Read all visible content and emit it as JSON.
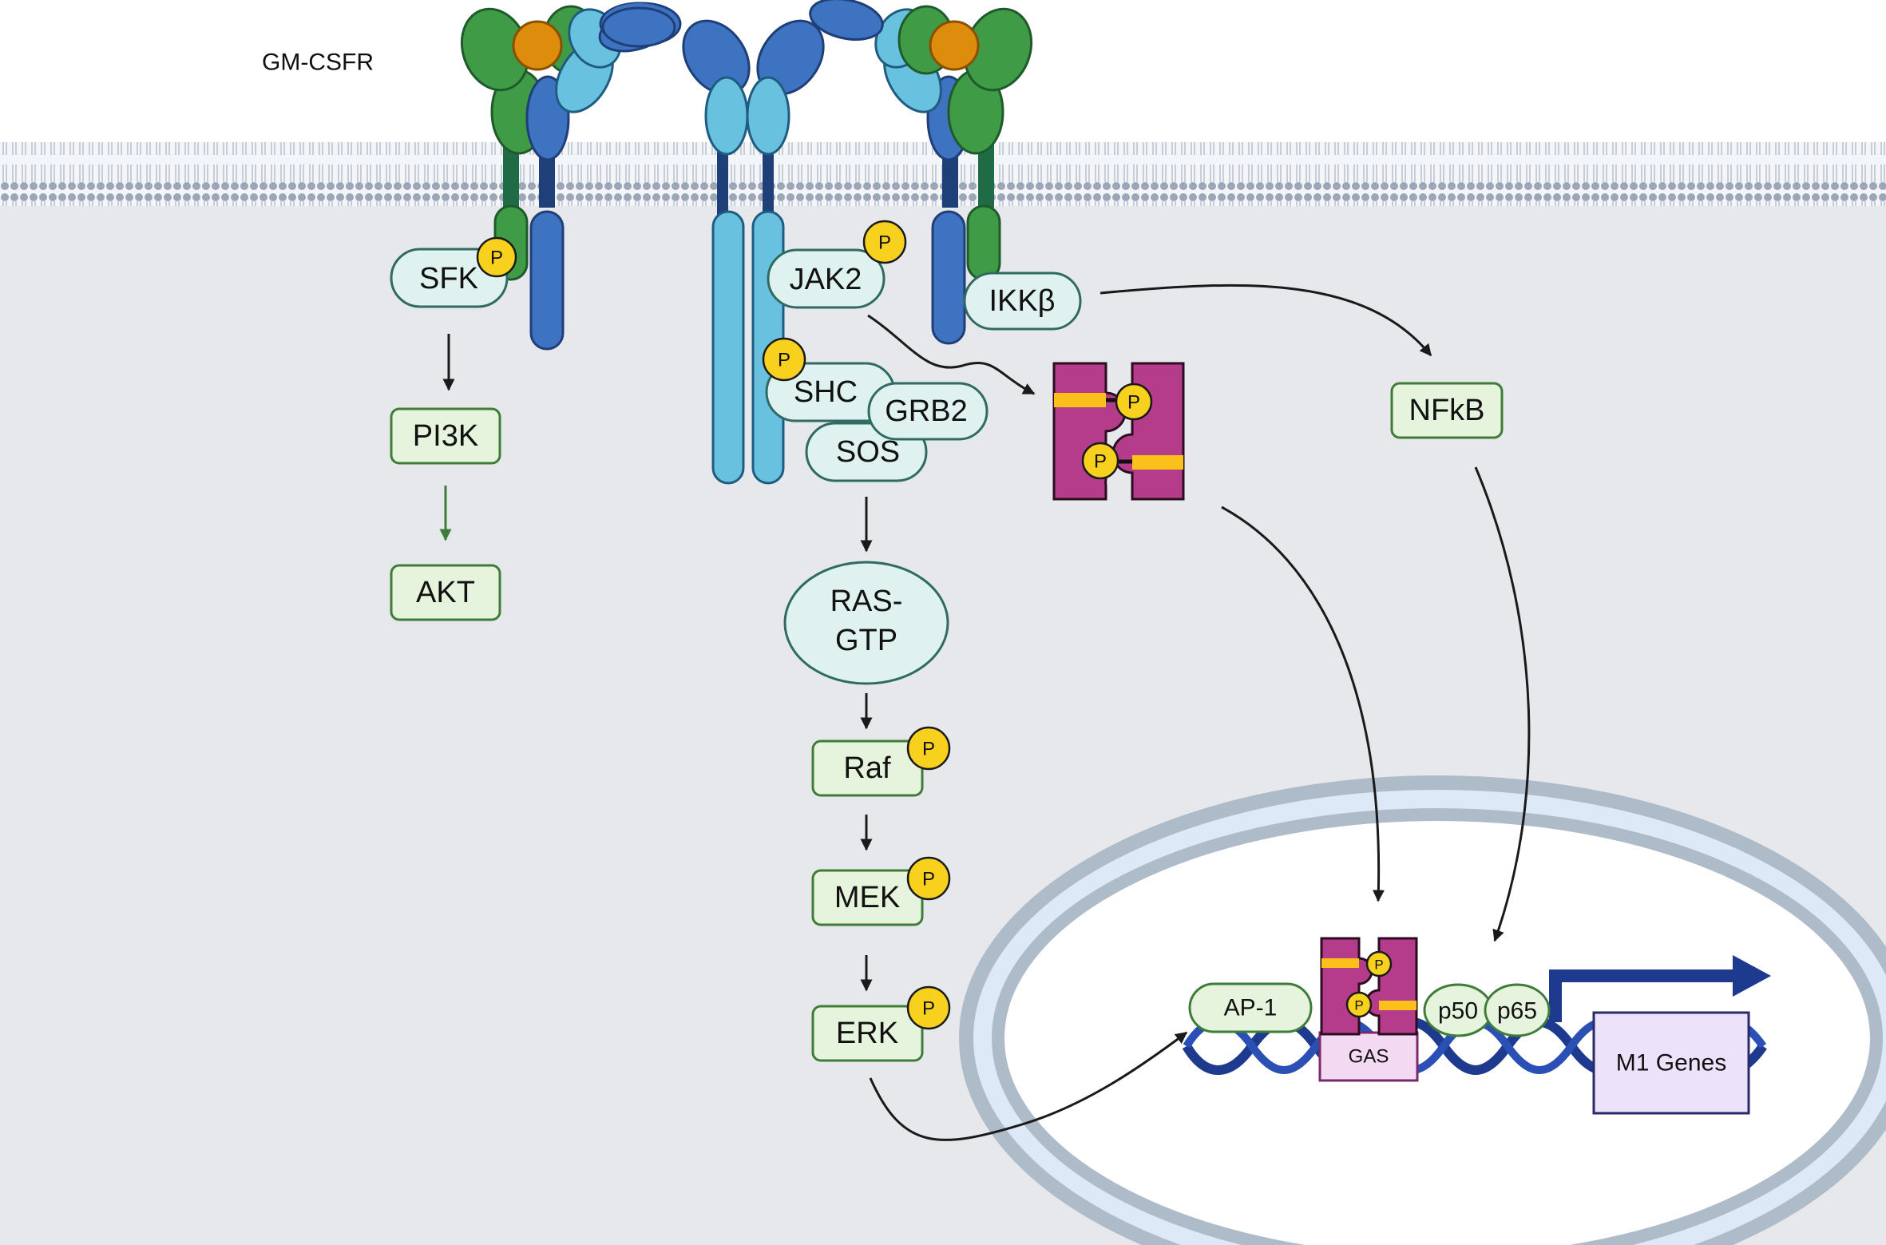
{
  "receptor_label": "GM-CSFR",
  "phospho_label": "P",
  "nodes": {
    "sfk": "SFK",
    "pi3k": "PI3K",
    "akt": "AKT",
    "jak2": "JAK2",
    "shc": "SHC",
    "grb2": "GRB2",
    "sos": "SOS",
    "ras_line1": "RAS-",
    "ras_line2": "GTP",
    "raf": "Raf",
    "mek": "MEK",
    "erk": "ERK",
    "ikkb": "IKKβ",
    "nfkb": "NFkB",
    "ap1": "AP-1",
    "gas": "GAS",
    "p50": "p50",
    "p65": "p65",
    "m1_genes": "M1  Genes"
  },
  "colors": {
    "cytoplasm": "#e7e8ec",
    "membrane": "#9ba6b7",
    "nucleus_envelope": "#aebbc8",
    "nucleus_lumen": "#dde9f6",
    "receptor_green": "#3f9b45",
    "receptor_blue": "#3d73c0",
    "receptor_light_blue": "#68c2df",
    "ligand_orange": "#de8c0c",
    "stat_magenta": "#b43c8a",
    "stat_yellow": "#fbc11b",
    "dna_blue": "#1d3a8f",
    "phospho_yellow": "#f8d01e"
  }
}
